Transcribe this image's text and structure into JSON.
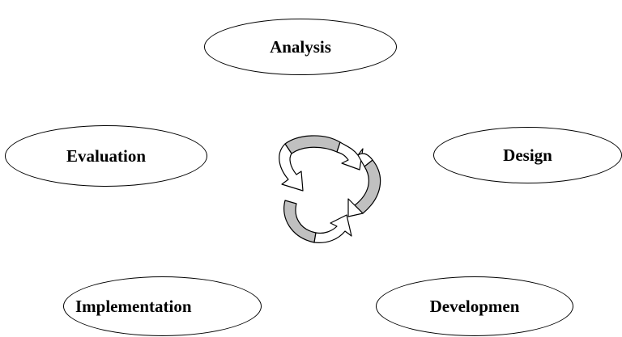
{
  "diagram": {
    "stages": [
      {
        "id": "analysis",
        "label": "Analysis"
      },
      {
        "id": "design",
        "label": "Design"
      },
      {
        "id": "development",
        "label": "Developmen"
      },
      {
        "id": "implementation",
        "label": "Implementation"
      },
      {
        "id": "evaluation",
        "label": "Evaluation"
      }
    ],
    "cycle_icon": "recycle-arrows-icon",
    "colors": {
      "stroke": "#000000",
      "background": "#ffffff",
      "arrow_fill": "#c0c0c0"
    }
  }
}
